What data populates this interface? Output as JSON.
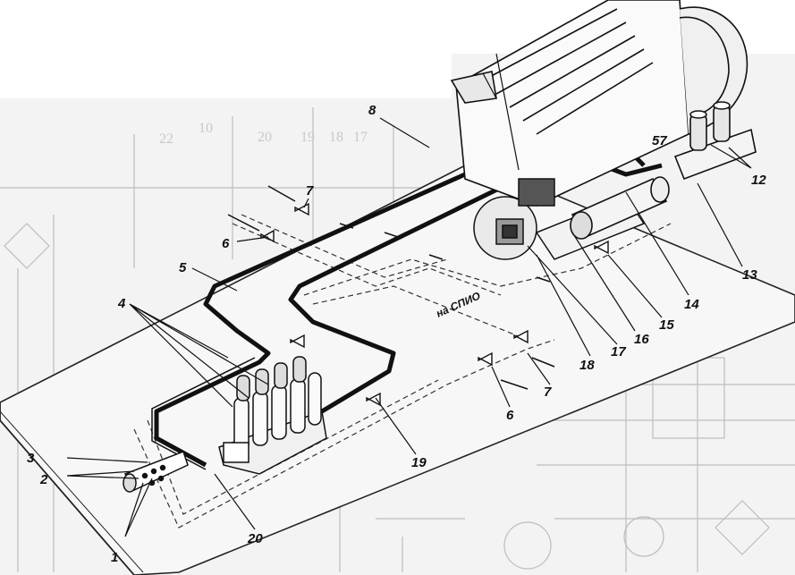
{
  "figure": {
    "background_color": "#ffffff",
    "ink_color": "#111111",
    "ghost_color": "#bdbdbd"
  },
  "labels": {
    "l1": "1",
    "l2": "2",
    "l3": "3",
    "l4": "4",
    "l5": "5",
    "l6_top": "6",
    "l6_bottom": "6",
    "l7_top": "7",
    "l7_bottom": "7",
    "l8": "8",
    "l12": "12",
    "l13": "13",
    "l14": "14",
    "l15": "15",
    "l16": "16",
    "l17": "17",
    "l18": "18",
    "l19": "19",
    "l20": "20",
    "l57": "57",
    "to_system": "на СПИО"
  },
  "ghost_text": {
    "g22": "22",
    "g20": "20",
    "g19": "19",
    "g18": "18",
    "g17": "17",
    "g10": "10"
  }
}
